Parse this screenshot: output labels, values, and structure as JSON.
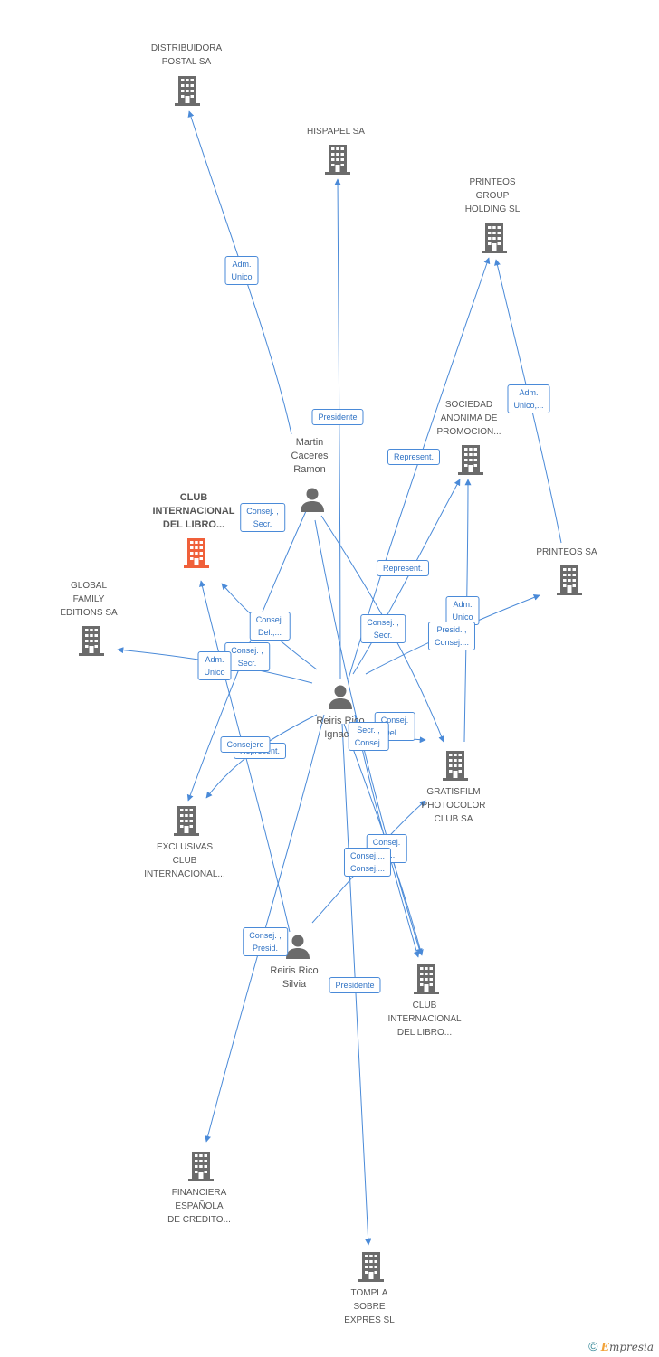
{
  "colors": {
    "edge": "#4a8ad8",
    "company": "#6b6b6b",
    "main_company": "#f0603a",
    "person": "#6b6b6b"
  },
  "companies": [
    {
      "id": "distribuidora",
      "label": "DISTRIBUIDORA\nPOSTAL SA",
      "main": false
    },
    {
      "id": "hispapel",
      "label": "HISPAPEL SA",
      "main": false
    },
    {
      "id": "printeos_group",
      "label": "PRINTEOS\nGROUP\nHOLDING  SL",
      "main": false
    },
    {
      "id": "sociedad",
      "label": "SOCIEDAD\nANONIMA DE\nPROMOCION...",
      "main": false
    },
    {
      "id": "club_main",
      "label": "CLUB\nINTERNACIONAL\nDEL LIBRO...",
      "main": true
    },
    {
      "id": "printeos_sa",
      "label": "PRINTEOS SA",
      "main": false
    },
    {
      "id": "global",
      "label": "GLOBAL\nFAMILY\nEDITIONS SA",
      "main": false
    },
    {
      "id": "gratisfilm",
      "label": "GRATISFILM\nPHOTOCOLOR\nCLUB SA",
      "main": false
    },
    {
      "id": "exclusivas",
      "label": "EXCLUSIVAS\nCLUB\nINTERNACIONAL...",
      "main": false
    },
    {
      "id": "club2",
      "label": "CLUB\nINTERNACIONAL\nDEL LIBRO...",
      "main": false
    },
    {
      "id": "financiera",
      "label": "FINANCIERA\nESPAÑOLA\nDE CREDITO...",
      "main": false
    },
    {
      "id": "tompla",
      "label": "TOMPLA\nSOBRE\nEXPRES  SL",
      "main": false
    }
  ],
  "persons": [
    {
      "id": "martin",
      "label": "Martin\nCaceres\nRamon"
    },
    {
      "id": "reiris_ignacio",
      "label": "Reiris Rico\nIgnacio"
    },
    {
      "id": "reiris_silvia",
      "label": "Reiris Rico\nSilvia"
    }
  ],
  "relations": [
    {
      "id": "r_adm_unico_1",
      "label": "Adm.\nUnico"
    },
    {
      "id": "r_presidente_1",
      "label": "Presidente"
    },
    {
      "id": "r_adm_unico_2",
      "label": "Adm.\nUnico,..."
    },
    {
      "id": "r_represent_1",
      "label": "Represent."
    },
    {
      "id": "r_consej_secr_1",
      "label": "Consej. ,\nSecr."
    },
    {
      "id": "r_represent_2",
      "label": "Represent."
    },
    {
      "id": "r_adm_unico_3",
      "label": "Adm.\nUnico"
    },
    {
      "id": "r_consej_del_1",
      "label": "Consej.\nDel.,..."
    },
    {
      "id": "r_consej_secr_2",
      "label": "Consej. ,\nSecr."
    },
    {
      "id": "r_presid_consej",
      "label": "Presid. ,\nConsej...."
    },
    {
      "id": "r_consej_secr_3",
      "label": "Consej. ,\nSecr."
    },
    {
      "id": "r_adm_unico_4",
      "label": "Adm.\nUnico"
    },
    {
      "id": "r_consej_del_2",
      "label": "Consej.\nDel...."
    },
    {
      "id": "r_secr_consej",
      "label": "Secr. ,\nConsej."
    },
    {
      "id": "r_represent_3",
      "label": "Represent."
    },
    {
      "id": "r_consejero",
      "label": "Consejero"
    },
    {
      "id": "r_consej_del_3",
      "label": "Consej.\nDel...."
    },
    {
      "id": "r_consej_4",
      "label": "Consej....\nConsej...."
    },
    {
      "id": "r_consej_presid",
      "label": "Consej. ,\nPresid."
    },
    {
      "id": "r_presidente_2",
      "label": "Presidente"
    }
  ],
  "footer": {
    "copyright": "©",
    "brand_first": "E",
    "brand_rest": "mpresia"
  }
}
